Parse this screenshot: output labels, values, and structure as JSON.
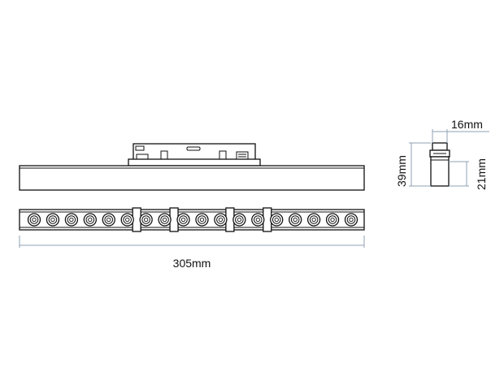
{
  "dimensions": {
    "length": "305mm",
    "height": "39mm",
    "width": "16mm",
    "body_height": "21mm"
  },
  "led_count": 18,
  "colors": {
    "line": "#111111",
    "dimension_line": "#8fa0b4"
  }
}
